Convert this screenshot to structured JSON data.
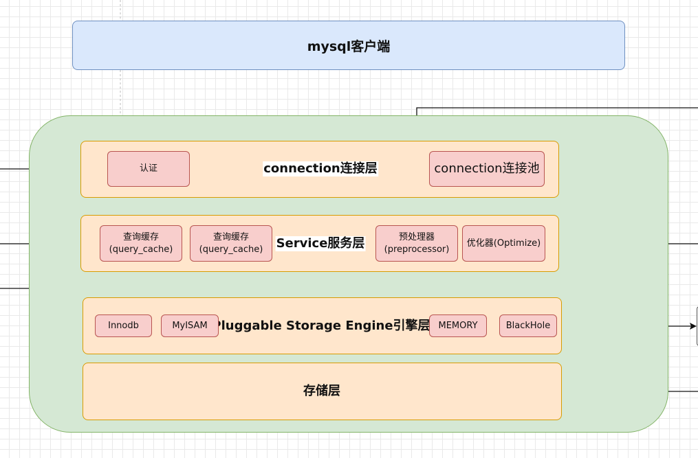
{
  "client": {
    "label": "mysql客户端"
  },
  "layers": {
    "connection": {
      "title": "connection连接层",
      "auth": "认证",
      "pool": "connection连接池"
    },
    "service": {
      "title": "Service服务层",
      "cache_a": {
        "line1": "查询缓存",
        "line2": "(query_cache)"
      },
      "cache_b": {
        "line1": "查询缓存",
        "line2": "(query_cache)"
      },
      "preprocessor": {
        "line1": "预处理器",
        "line2": "(preprocessor)"
      },
      "optimizer": "优化器(Optimize)"
    },
    "engine": {
      "title": "Pluggable Storage Engine引擎层",
      "innodb": "Innodb",
      "myisam": "MyISAM",
      "memory": "MEMORY",
      "blackhole": "BlackHole"
    },
    "storage": {
      "title": "存储层"
    }
  },
  "colors": {
    "client_fill": "#dae8fc",
    "outer_fill": "#d5e8d4",
    "layer_fill": "#ffe6cc",
    "node_fill": "#f8cecc"
  }
}
